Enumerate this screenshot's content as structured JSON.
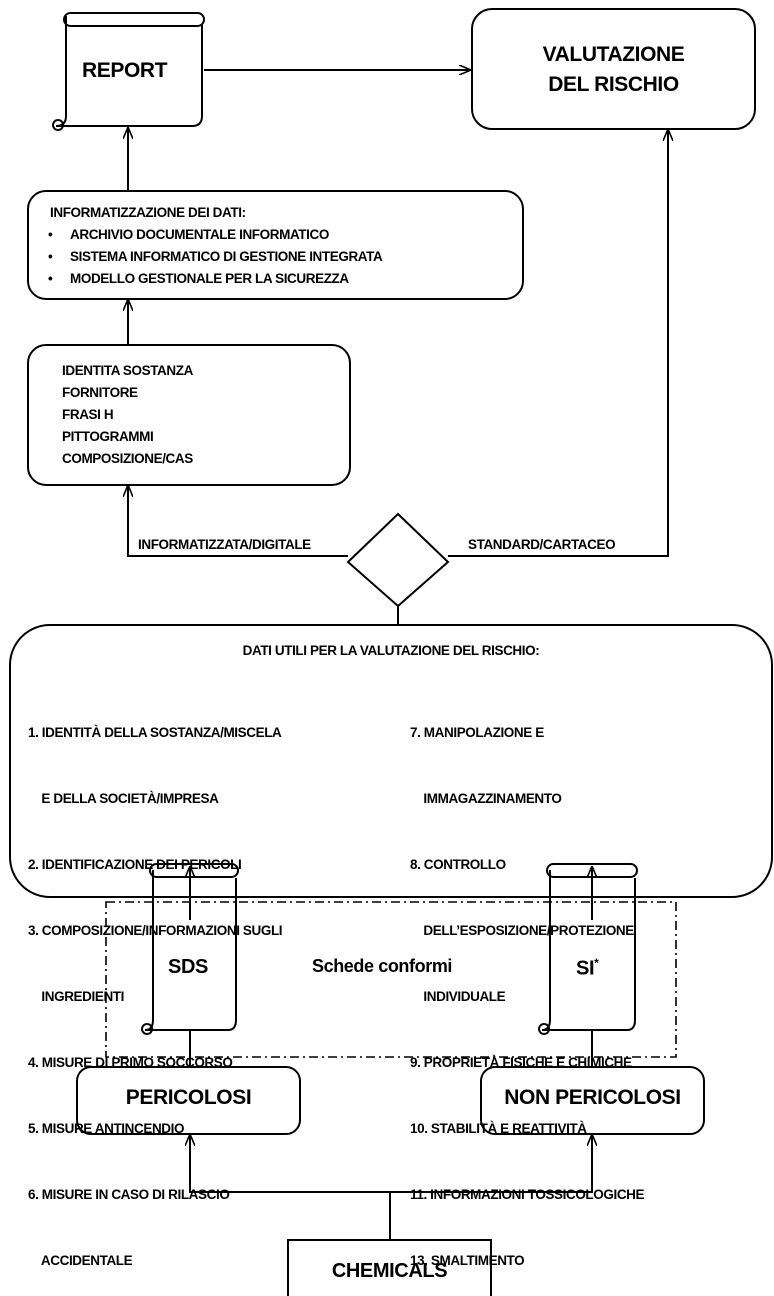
{
  "report": "REPORT",
  "valutazione": [
    "VALUTAZIONE",
    "DEL RISCHIO"
  ],
  "informatizzazione": {
    "title": "INFORMATIZZAZIONE DEI DATI:",
    "items": [
      "ARCHIVIO DOCUMENTALE INFORMATICO",
      "SISTEMA INFORMATICO DI GESTIONE INTEGRATA",
      "MODELLO GESTIONALE PER LA SICUREZZA"
    ]
  },
  "dati_digitali": [
    "IDENTITA SOSTANZA",
    "FORNITORE",
    "FRASI H",
    "PITTOGRAMMI",
    "COMPOSIZIONE/CAS"
  ],
  "branch_left": "INFORMATIZZATA/DIGITALE",
  "branch_right": "STANDARD/CARTACEO",
  "dati_utili": {
    "title": "DATI UTILI PER LA VALUTAZIONE DEL RISCHIO:",
    "left": [
      "1. IDENTITÀ DELLA SOSTANZA/MISCELA",
      "    E DELLA SOCIETÀ/IMPRESA",
      "2. IDENTIFICAZIONE DEI PERICOLI",
      "3. COMPOSIZIONE/INFORMAZIONI SUGLI",
      "    INGREDIENTI",
      "4. MISURE DI PRIMO SOCCORSO",
      "5. MISURE ANTINCENDIO",
      "6. MISURE IN CASO DI RILASCIO",
      "    ACCIDENTALE"
    ],
    "right": [
      "7. MANIPOLAZIONE E",
      "    IMMAGAZZINAMENTO",
      "8. CONTROLLO",
      "    DELL’ESPOSIZIONE/PROTEZIONE",
      "    INDIVIDUALE",
      "9. PROPRIETÀ FISICHE E CHIMICHE",
      "10. STABILITÀ E REATTIVITÀ",
      "11. INFORMAZIONI TOSSICOLOGICHE",
      "13. SMALTIMENTO"
    ]
  },
  "sds": "SDS",
  "si": "SI",
  "si_sup": "*",
  "schede_conformi": "Schede conformi",
  "pericolosi": "PERICOLOSI",
  "non_pericolosi": "NON PERICOLOSI",
  "chemicals": "CHEMICALS"
}
